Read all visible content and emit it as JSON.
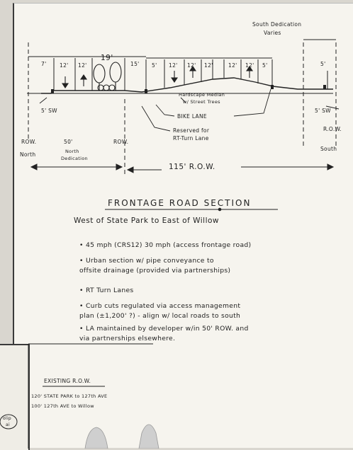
{
  "header": {
    "south_dedication": [
      "South Dedication",
      "Varies"
    ]
  },
  "lane_widths": [
    "7'",
    "12'",
    "12'",
    "19'",
    "15'",
    "5'",
    "12'",
    "12'",
    "12'",
    "12'",
    "12'",
    "5'",
    "5'"
  ],
  "annotations": {
    "median": [
      "Hardscape Median",
      "w/ Street Trees"
    ],
    "bike_lane": "BIKE LANE",
    "turn_lane": [
      "Reserved for",
      "RT-Turn Lane"
    ],
    "sw_left": "5' SW",
    "sw_right": "5' SW"
  },
  "row_labels": {
    "left_row": "ROW.",
    "left_north": "North",
    "dedication_width": "50'",
    "dedication_text": [
      "North",
      "Dedication"
    ],
    "center_row": "ROW.",
    "total_row": "115' R.O.W.",
    "right_row": "R.O.W.",
    "right_south": "South"
  },
  "section": {
    "title": "FRONTAGE  ROAD  SECTION",
    "subtitle": "West of State Park to East of Willow",
    "bullets": [
      "• 45 mph (CRS12)   30 mph (access frontage road)",
      "• Urban section w/ pipe conveyance to",
      "  offsite drainage (provided via partnerships)",
      "• RT Turn Lanes",
      "• Curb cuts regulated via access management",
      "  plan (±1,200' ?) - align w/ local roads to south",
      "• LA maintained by developer w/in 50' ROW. and",
      "  via partnerships elsewhere."
    ]
  },
  "existing_row": {
    "heading": "EXISTING R.O.W.",
    "lines": [
      "120' STATE PARK to 127th AVE",
      "100' 127th AVE to Willow"
    ]
  },
  "underpage_text": [
    "olip",
    "ai"
  ]
}
